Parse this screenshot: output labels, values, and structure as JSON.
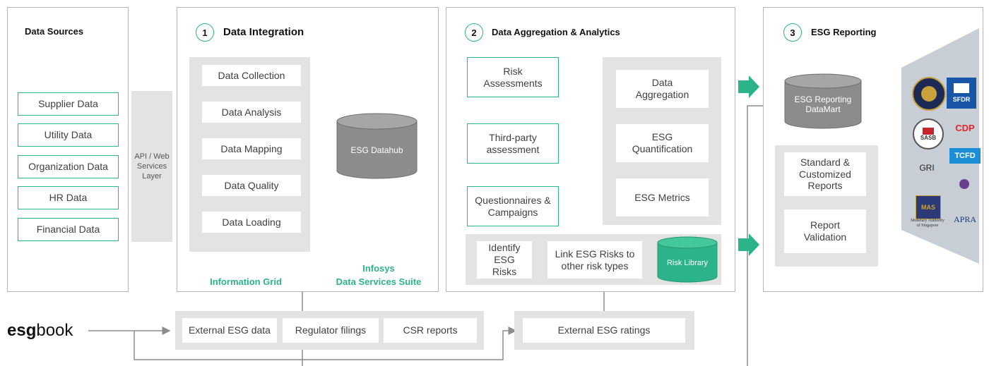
{
  "data_sources": {
    "title": "Data Sources",
    "items": [
      "Supplier Data",
      "Utility Data",
      "Organization Data",
      "HR Data",
      "Financial Data"
    ]
  },
  "api_layer": {
    "label": "API / Web Services Layer"
  },
  "integration": {
    "number": "1",
    "title": "Data Integration",
    "steps": [
      "Data Collection",
      "Data Analysis",
      "Data Mapping",
      "Data Quality",
      "Data Loading"
    ],
    "datahub": "ESG Datahub",
    "info_grid": "Information Grid",
    "suite_line1": "Infosys",
    "suite_line2": "Data Services Suite"
  },
  "analytics": {
    "number": "2",
    "title": "Data Aggregation & Analytics",
    "inputs": [
      "Risk Assessments",
      "Third-party assessment",
      "Questionnaires & Campaigns"
    ],
    "outputs": [
      "Data Aggregation",
      "ESG Quantification",
      "ESG Metrics"
    ],
    "identify": "Identify ESG Risks",
    "link": "Link ESG Risks to other risk types",
    "risk_library": "Risk Library"
  },
  "reporting": {
    "number": "3",
    "title": "ESG Reporting",
    "datamart": "ESG Reporting DataMart",
    "standard": "Standard & Customized Reports",
    "validation": "Report Validation"
  },
  "logos": {
    "sfdr": "SFDR",
    "sasb": "SASB",
    "cdp": "CDP",
    "tcfd": "TCFD",
    "gri": "GRI",
    "mas": "MAS",
    "mas_caption": "Monetary Authority of Singapore",
    "apra": "APRA"
  },
  "bottom": {
    "brand_bold": "esg",
    "brand_light": "book",
    "external_esg_data": "External ESG data",
    "regulator_filings": "Regulator filings",
    "csr_reports": "CSR reports",
    "external_esg_ratings": "External ESG ratings"
  },
  "colors": {
    "accent": "#2db38a",
    "panel_gray": "#e3e3e3",
    "cylinder": "#8c8c8c",
    "trapezoid": "#c8ced6"
  }
}
